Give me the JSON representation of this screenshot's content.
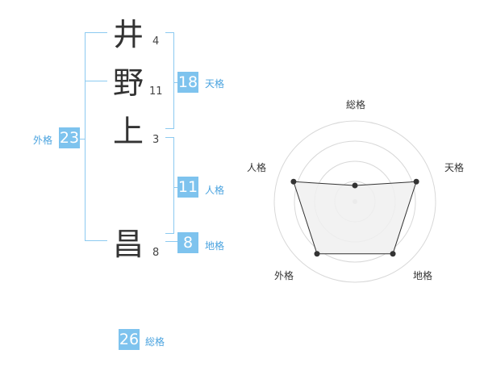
{
  "name": {
    "chars": [
      {
        "char": "井",
        "strokes": "4"
      },
      {
        "char": "野",
        "strokes": "11"
      },
      {
        "char": "上",
        "strokes": "3"
      },
      {
        "char": "昌",
        "strokes": "8"
      }
    ]
  },
  "kakusu": {
    "gaikaku": {
      "value": "23",
      "label": "外格"
    },
    "tenkaku": {
      "value": "18",
      "label": "天格"
    },
    "jinkaku": {
      "value": "11",
      "label": "人格"
    },
    "chikaku": {
      "value": "8",
      "label": "地格"
    },
    "soukaku": {
      "value": "26",
      "label": "総格"
    }
  },
  "chart_data": {
    "type": "radar",
    "axes": [
      "総格",
      "天格",
      "地格",
      "外格",
      "人格"
    ],
    "values": [
      0.2,
      0.8,
      0.8,
      0.8,
      0.8
    ],
    "rmax": 1,
    "rings": 4,
    "colors": {
      "fill": "#f0f0f0",
      "stroke": "#333333",
      "grid": "#d8d8d8"
    }
  }
}
